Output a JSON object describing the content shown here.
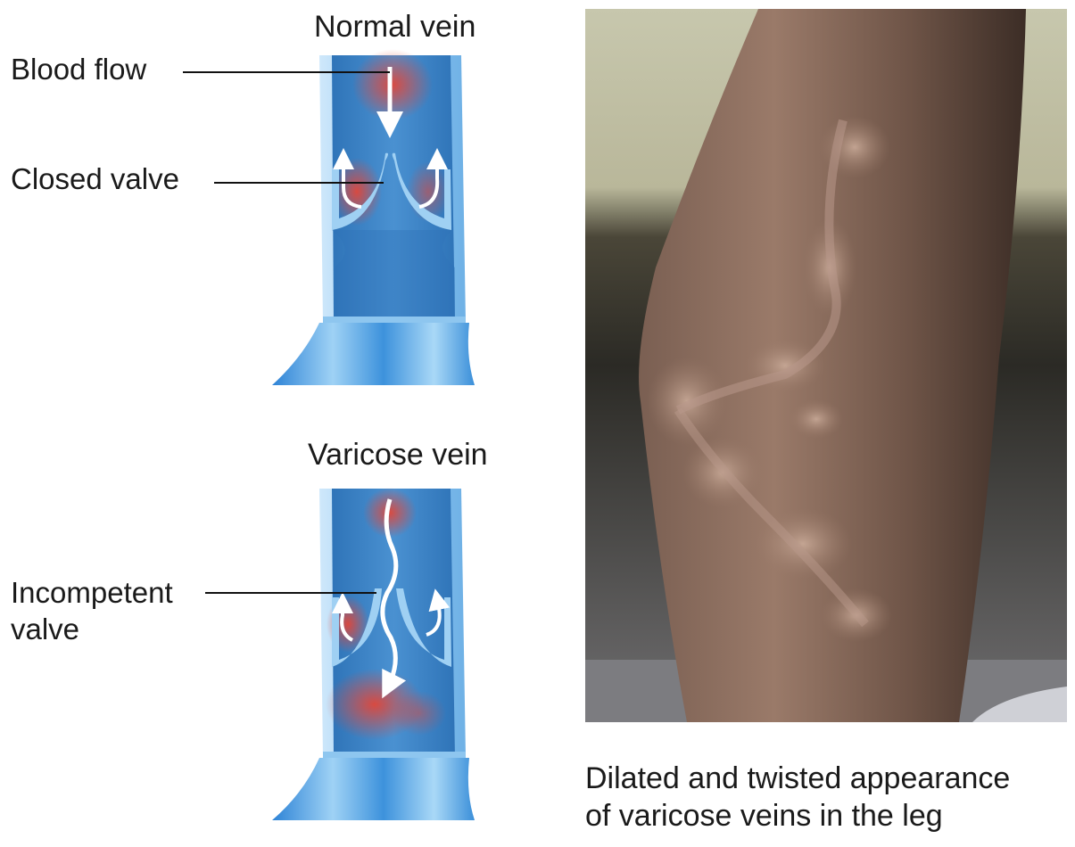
{
  "panels": {
    "normal": {
      "title": "Normal vein"
    },
    "varicose": {
      "title": "Varicose vein"
    }
  },
  "labels": {
    "blood_flow": "Blood flow",
    "closed_valve": "Closed valve",
    "incompetent_valve_line1": "Incompetent",
    "incompetent_valve_line2": "valve"
  },
  "caption": {
    "line1": "Dilated and twisted appearance",
    "line2": "of varicose veins in the leg"
  },
  "colors": {
    "vein_wall": "#8ec6ef",
    "vein_lumen": "#3f86c9",
    "blood_red": "#d9423a",
    "arrow": "#ffffff",
    "skin": "#8a6a5a"
  }
}
